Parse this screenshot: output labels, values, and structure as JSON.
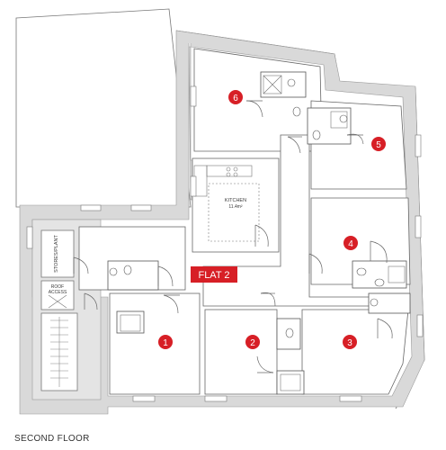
{
  "floor_label": "SECOND FLOOR",
  "flat_label": "FLAT 2",
  "kitchen": {
    "name": "KITCHEN",
    "area": "11.4m²"
  },
  "store_label": "STORES/PLANT",
  "roof_access_label": [
    "ROOF",
    "ACCESS"
  ],
  "rooms": [
    "1",
    "2",
    "3",
    "4",
    "5",
    "6"
  ],
  "colors": {
    "wall": "#d9d9d9",
    "line": "#555555",
    "accent": "#d71f26"
  }
}
